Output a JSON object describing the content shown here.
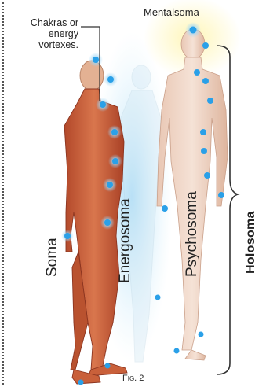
{
  "labels": {
    "callout": "Chakras or energy vortexes.",
    "mentalsoma": "Mentalsoma",
    "soma": "Soma",
    "energosoma": "Energosoma",
    "psychosoma": "Psychosoma",
    "holosoma": "Holosoma",
    "fig": "Fig. 2"
  },
  "colors": {
    "chakra": "#2aa0e8",
    "glow": "#9fd6f5",
    "muscle": "#c9603a",
    "skin": "#e3b193",
    "psychosoma_body": "#ecd3c4",
    "mentalsoma_glow": "#fff2b0",
    "bracket": "#333333"
  }
}
